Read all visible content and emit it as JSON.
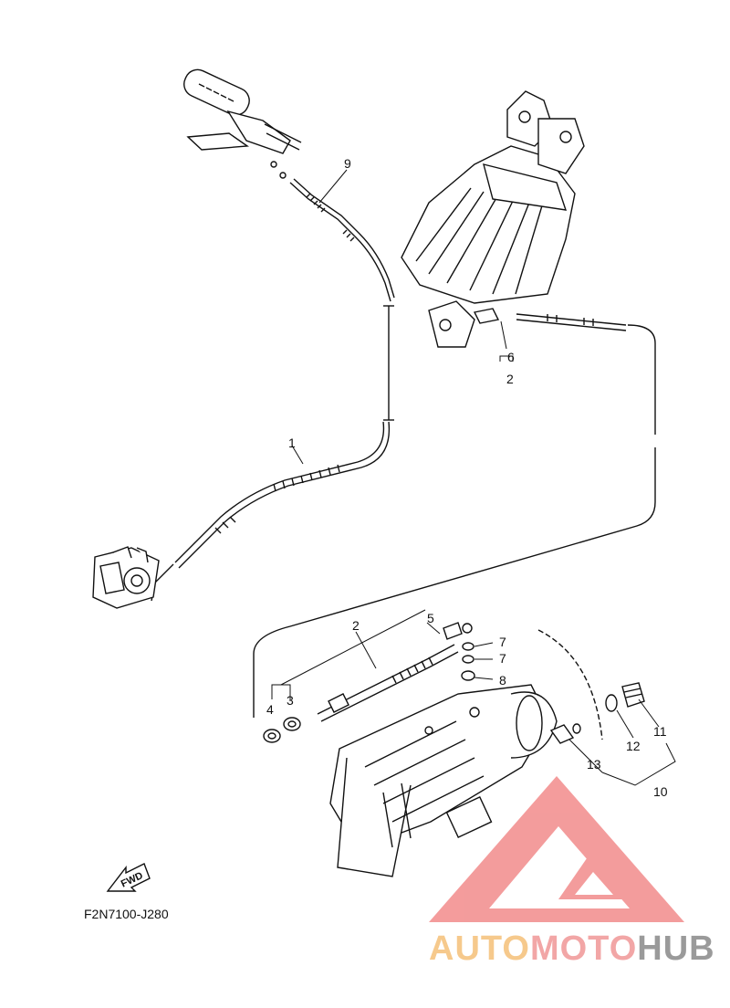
{
  "diagram": {
    "drawing_code": "F2N7100-J280",
    "fwd_label": "FWD",
    "part_labels": {
      "p1": "1",
      "p2a": "2",
      "p2b": "2",
      "p3": "3",
      "p4": "4",
      "p5": "5",
      "p6": "6",
      "p7a": "7",
      "p7b": "7",
      "p8": "8",
      "p9": "9",
      "p10": "10",
      "p11": "11",
      "p12": "12",
      "p13": "13"
    }
  },
  "watermark": {
    "part_a": "AUTO",
    "part_b": "MOTO",
    "part_c": "HUB",
    "colors": {
      "auto": "#f6c98c",
      "moto": "#f2a6a6",
      "hub": "#9a9a9a",
      "logo": "#f28b8b"
    }
  }
}
